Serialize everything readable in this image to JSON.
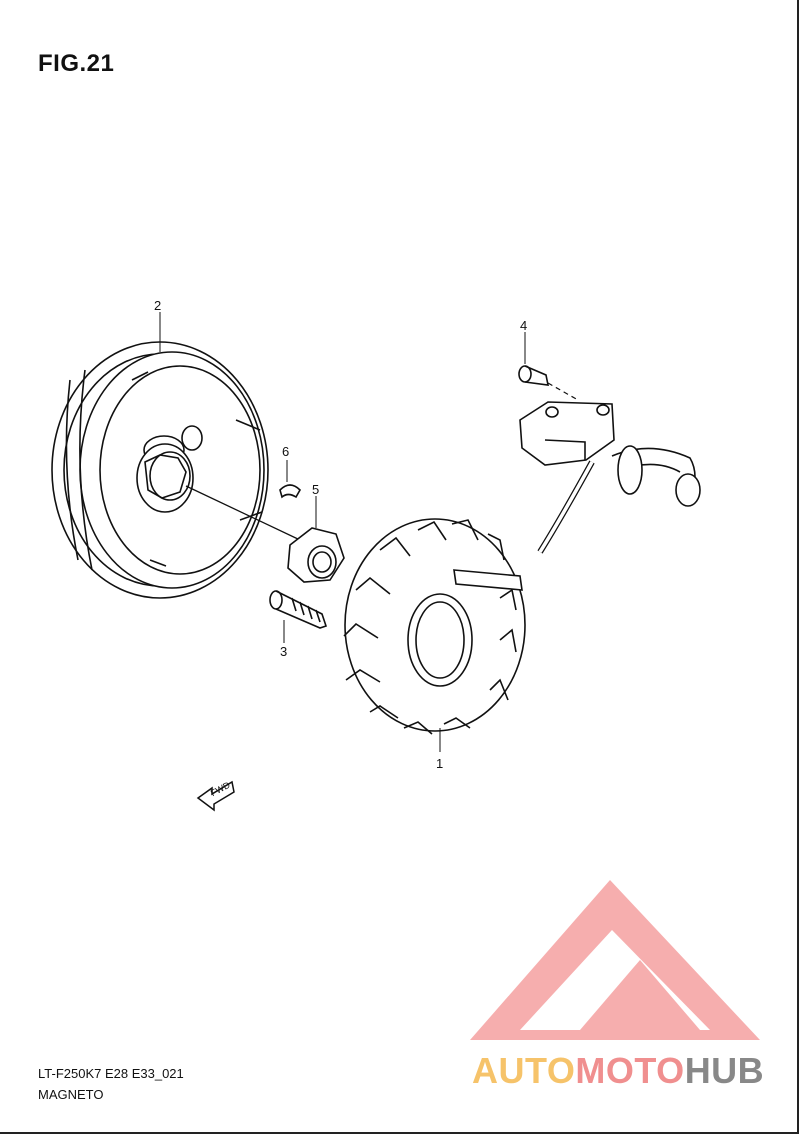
{
  "figure": {
    "title": "FIG.21"
  },
  "callouts": [
    {
      "id": "part-1",
      "label": "1"
    },
    {
      "id": "part-2",
      "label": "2"
    },
    {
      "id": "part-3",
      "label": "3"
    },
    {
      "id": "part-4",
      "label": "4"
    },
    {
      "id": "part-5",
      "label": "5"
    },
    {
      "id": "part-6",
      "label": "6"
    }
  ],
  "fwd_arrow": {
    "label": "FWD"
  },
  "footer": {
    "model_code": "LT-F250K7 E28 E33_021",
    "section": "MAGNETO"
  },
  "watermark": {
    "part1": "AUTO",
    "part2": "MOTO",
    "part3": "HUB",
    "colors": {
      "auto": "#f6c36a",
      "moto": "#f08f8f",
      "hub": "#888888",
      "logo": "#f4a0a0"
    }
  }
}
